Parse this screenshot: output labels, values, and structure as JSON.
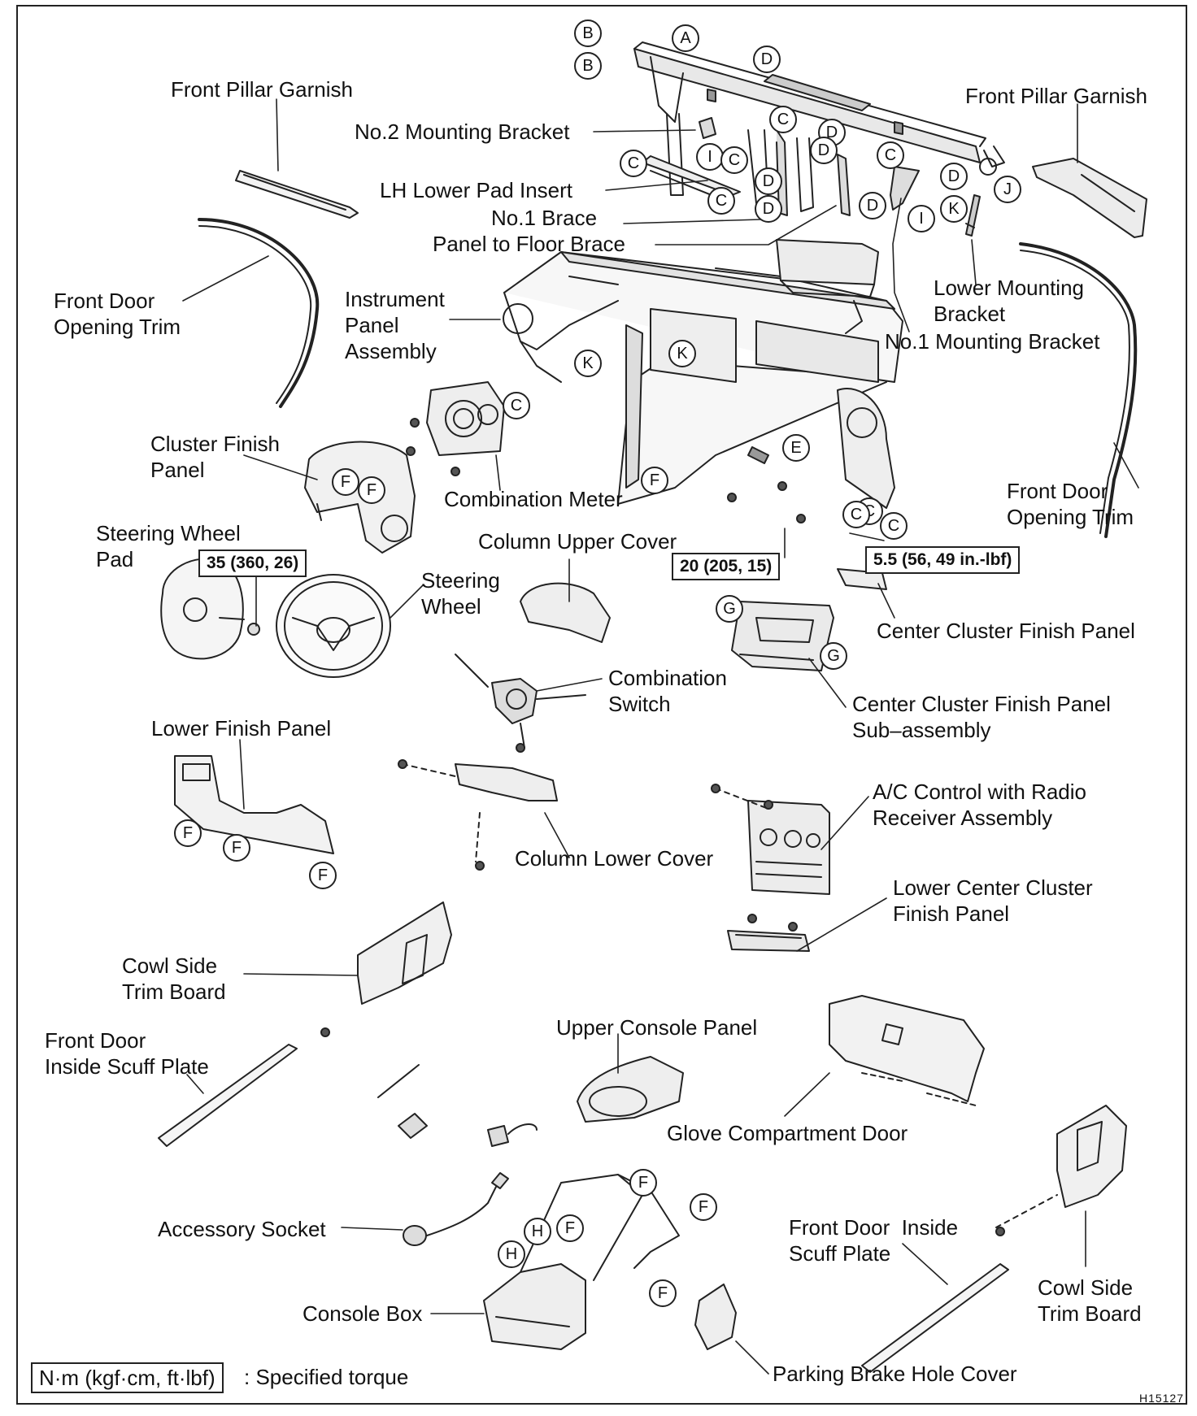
{
  "labels": {
    "front_pillar_garnish_left": "Front Pillar Garnish",
    "front_pillar_garnish_right": "Front Pillar Garnish",
    "no2_mounting_bracket": "No.2 Mounting Bracket",
    "lh_lower_pad_insert": "LH Lower Pad Insert",
    "no1_brace": "No.1 Brace",
    "panel_to_floor_brace": "Panel to Floor Brace",
    "front_door_opening_trim_left": "Front Door\nOpening Trim",
    "instrument_panel_assembly": "Instrument\nPanel\nAssembly",
    "lower_mounting_bracket": "Lower Mounting\nBracket",
    "no1_mounting_bracket": "No.1 Mounting Bracket",
    "cluster_finish_panel": "Cluster Finish\nPanel",
    "combination_meter": "Combination Meter",
    "front_door_opening_trim_right": "Front Door\nOpening Trim",
    "steering_wheel_pad": "Steering Wheel\nPad",
    "column_upper_cover": "Column Upper Cover",
    "steering_wheel": "Steering\nWheel",
    "center_cluster_finish_panel": "Center Cluster Finish Panel",
    "combination_switch": "Combination\nSwitch",
    "center_cluster_finish_panel_sub": "Center Cluster Finish Panel\nSub–assembly",
    "lower_finish_panel": "Lower Finish Panel",
    "ac_control": "A/C Control with Radio\nReceiver Assembly",
    "column_lower_cover": "Column Lower Cover",
    "lower_center_cluster_finish_panel": "Lower Center Cluster\nFinish Panel",
    "cowl_side_trim_board_left": "Cowl Side\nTrim Board",
    "front_door_inside_scuff_plate_left": "Front Door\nInside Scuff Plate",
    "upper_console_panel": "Upper Console Panel",
    "glove_compartment_door": "Glove Compartment Door",
    "accessory_socket": "Accessory Socket",
    "front_door_inside_scuff_plate_right": "Front Door  Inside\nScuff Plate",
    "cowl_side_trim_board_right": "Cowl Side\nTrim Board",
    "console_box": "Console Box",
    "parking_brake_hole_cover": "Parking Brake Hole Cover"
  },
  "torques": {
    "t35": "35 (360, 26)",
    "t20": "20 (205, 15)",
    "t55": "5.5 (56, 49 in.-lbf)"
  },
  "legend": {
    "box": "N·m (kgf·cm, ft·lbf)",
    "text": ": Specified torque"
  },
  "figure_code": "H15127",
  "markers": [
    {
      "letter": "B"
    },
    {
      "letter": "B"
    },
    {
      "letter": "A"
    },
    {
      "letter": "D"
    },
    {
      "letter": "C"
    },
    {
      "letter": "D"
    },
    {
      "letter": "C"
    },
    {
      "letter": "I"
    },
    {
      "letter": "C"
    },
    {
      "letter": "C"
    },
    {
      "letter": "D"
    },
    {
      "letter": "D"
    },
    {
      "letter": "C"
    },
    {
      "letter": "D"
    },
    {
      "letter": "D"
    },
    {
      "letter": "I"
    },
    {
      "letter": "K"
    },
    {
      "letter": "D"
    },
    {
      "letter": "J"
    },
    {
      "letter": "C"
    },
    {
      "letter": "K"
    },
    {
      "letter": "K"
    },
    {
      "letter": "C"
    },
    {
      "letter": "E"
    },
    {
      "letter": "F"
    },
    {
      "letter": "F"
    },
    {
      "letter": "F"
    },
    {
      "letter": "C"
    },
    {
      "letter": "C"
    },
    {
      "letter": "G"
    },
    {
      "letter": "G"
    },
    {
      "letter": "F"
    },
    {
      "letter": "F"
    },
    {
      "letter": "F"
    },
    {
      "letter": "F"
    },
    {
      "letter": "F"
    },
    {
      "letter": "H"
    },
    {
      "letter": "F"
    },
    {
      "letter": "H"
    },
    {
      "letter": "F"
    }
  ]
}
